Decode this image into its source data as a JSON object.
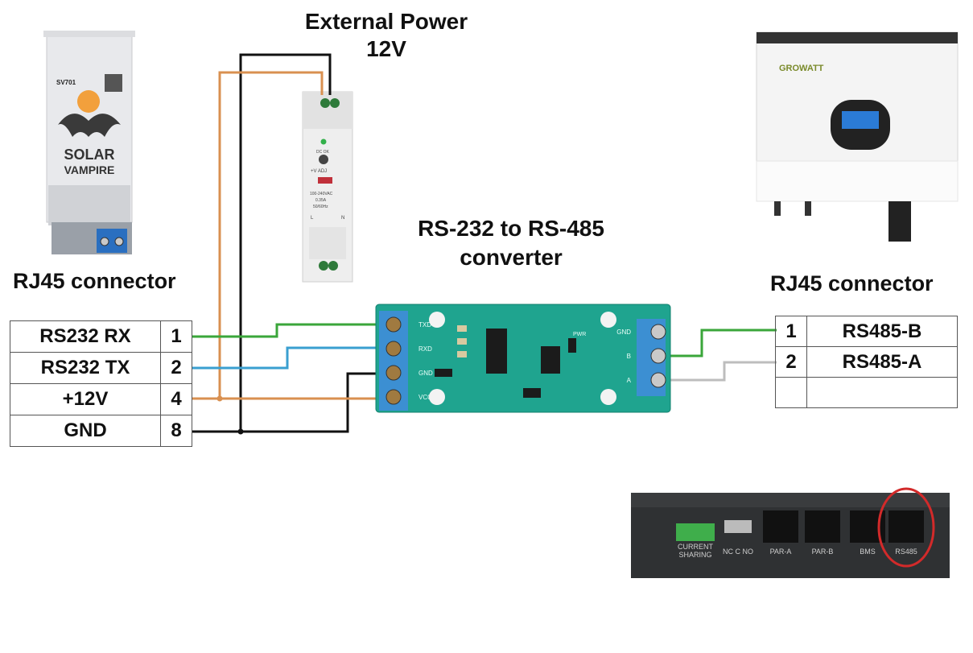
{
  "title_power": {
    "line1": "External Power",
    "line2": "12V"
  },
  "title_converter": {
    "line1": "RS-232 to RS-485",
    "line2": "converter"
  },
  "left_connector_title": "RJ45 connector",
  "right_connector_title": "RJ45 connector",
  "left_table": [
    {
      "signal": "RS232 RX",
      "pin": "1"
    },
    {
      "signal": "RS232  TX",
      "pin": "2"
    },
    {
      "signal": "+12V",
      "pin": "4"
    },
    {
      "signal": "GND",
      "pin": "8"
    }
  ],
  "right_table": [
    {
      "pin": "1",
      "signal": "RS485-B"
    },
    {
      "pin": "2",
      "signal": "RS485-A"
    },
    {
      "pin": "",
      "signal": ""
    }
  ],
  "solar_vampire": {
    "model": "SV701",
    "name_line1": "SOLAR",
    "name_line2": "VAMPIRE"
  },
  "psu": {
    "adj": "+V ADJ",
    "dcok": "DC OK",
    "rating1": "100-240VAC",
    "rating2": "0.35A",
    "rating3": "50/60Hz",
    "l": "L",
    "n": "N"
  },
  "inverter": {
    "brand": "GROWATT"
  },
  "board": {
    "left_pins": [
      "TXD",
      "RXD",
      "GND",
      "VCC"
    ],
    "right_pins": [
      "GND",
      "B",
      "A"
    ],
    "pwr": "PWR"
  },
  "ports": {
    "current_sharing_1": "CURRENT",
    "current_sharing_2": "SHARING",
    "nc_c_no": "NC  C  NO",
    "par_a": "PAR-A",
    "par_b": "PAR-B",
    "bms": "BMS",
    "rs485": "RS485"
  },
  "colors": {
    "wire_green": "#3aa63a",
    "wire_blue": "#3a9fd0",
    "wire_orange": "#d99050",
    "wire_black": "#111111",
    "wire_gray": "#bdbdbd",
    "pcb": "#1fa48f",
    "terminal": "#3c8fd2",
    "highlight": "#d22a2a"
  }
}
